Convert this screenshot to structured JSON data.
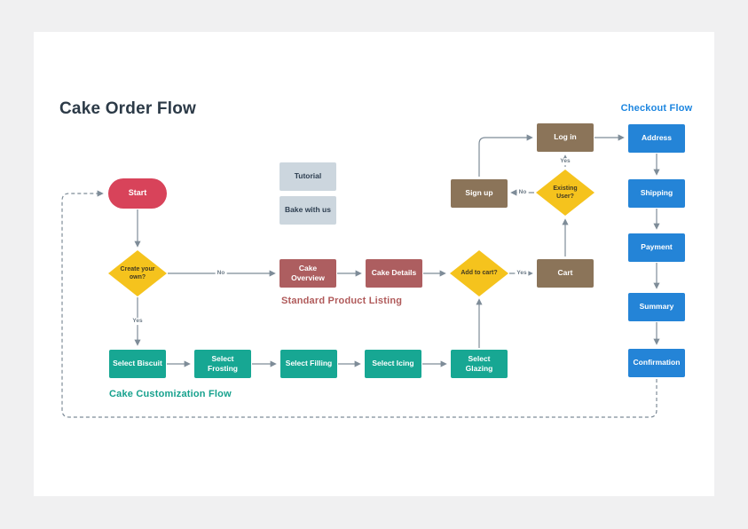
{
  "title": "Cake Order Flow",
  "sections": {
    "checkout": "Checkout Flow",
    "standard_product": "Standard Product Listing",
    "cake_customization": "Cake Customization Flow"
  },
  "nodes": {
    "start": "Start",
    "tutorial": "Tutorial",
    "bake_with_us": "Bake with us",
    "create_your_own": "Create your own?",
    "cake_overview": "Cake Overview",
    "cake_details": "Cake Details",
    "add_to_cart": "Add to cart?",
    "cart": "Cart",
    "sign_up": "Sign up",
    "existing_user": "Existing User?",
    "log_in": "Log in",
    "address": "Address",
    "shipping": "Shipping",
    "payment": "Payment",
    "summary": "Summary",
    "confirmation": "Confirmation",
    "select_biscuit": "Select Biscuit",
    "select_frosting": "Select Frosting",
    "select_filling": "Select Filling",
    "select_icing": "Select Icing",
    "select_glazing": "Select Glazing"
  },
  "edge_labels": {
    "create_no": "No",
    "create_yes": "Yes",
    "add_to_cart_yes": "Yes",
    "existing_user_no": "No",
    "existing_user_yes": "Yes"
  },
  "colors": {
    "terminator": "#d8435a",
    "decision": "#f5c31d",
    "standard_product": "#ad5e60",
    "customization": "#17a793",
    "account": "#8b7459",
    "checkout": "#2484d7",
    "info": "#ccd6de",
    "connector": "#7e8c98",
    "title_text": "#2c3a47",
    "checkout_label": "#1d86e0",
    "standard_label": "#b05a5a",
    "customization_label": "#16a18d",
    "canvas": "#ffffff",
    "page_background": "#f0f0f1"
  }
}
